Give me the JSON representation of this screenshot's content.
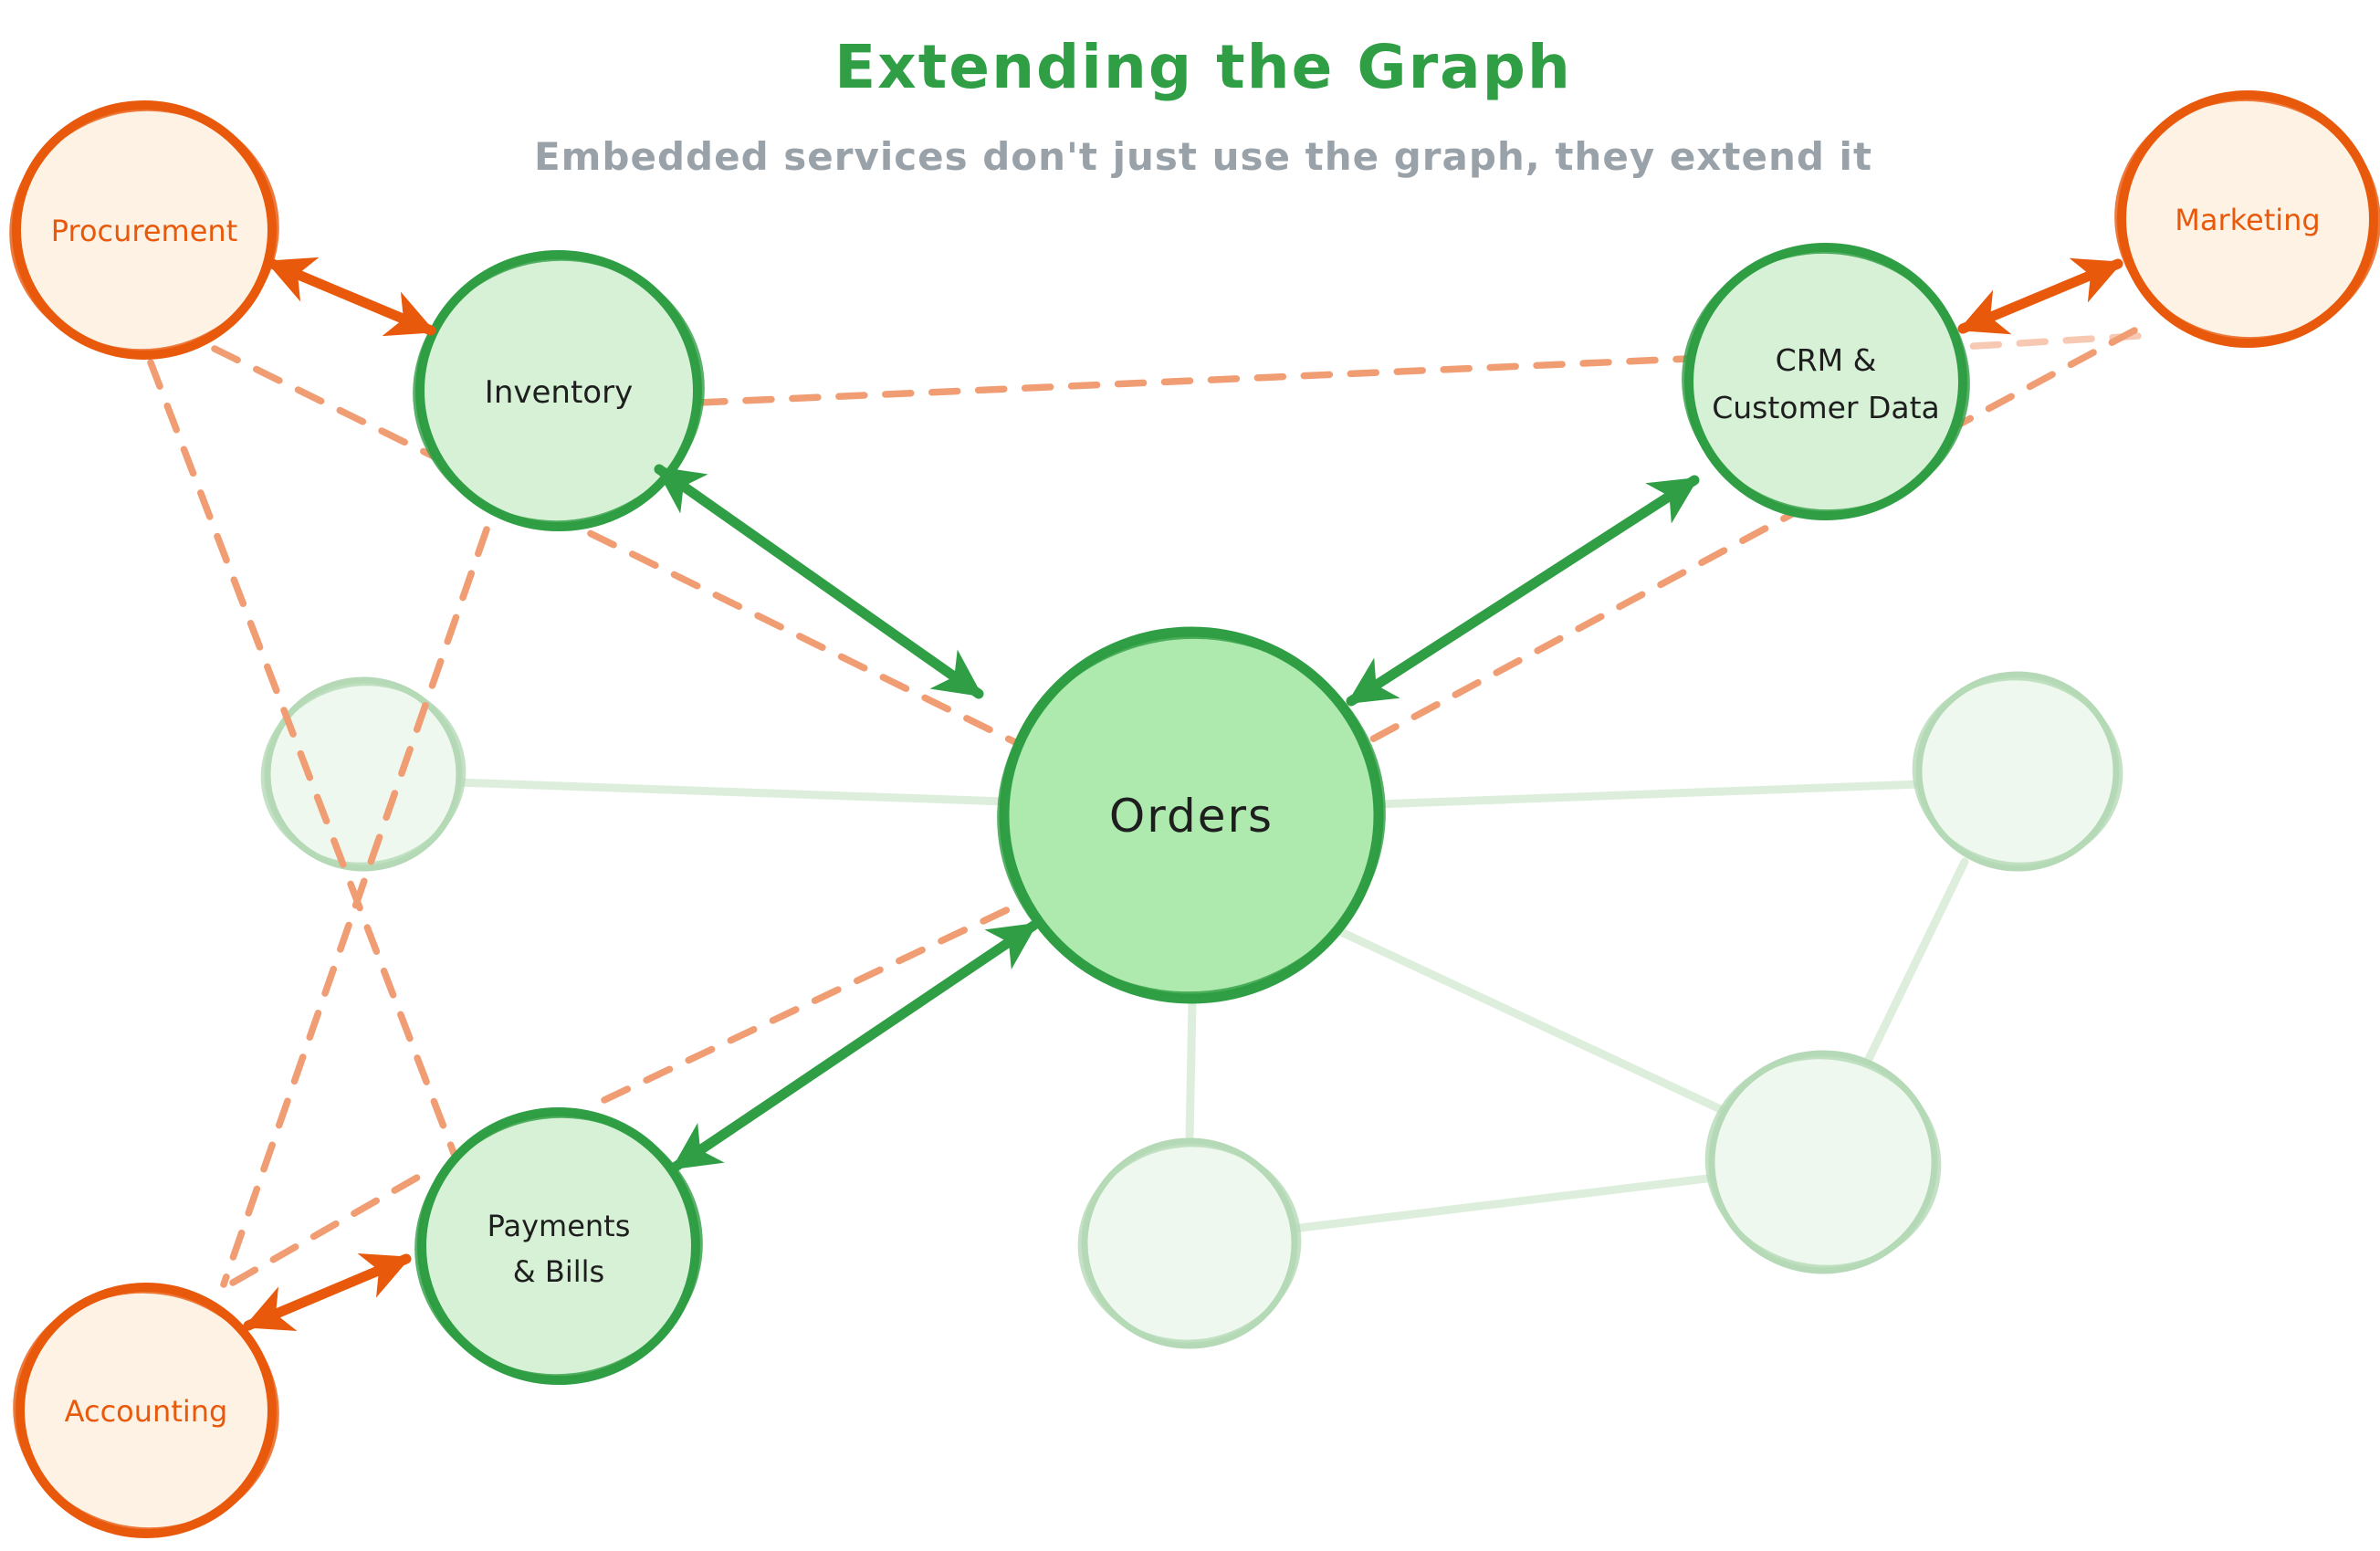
{
  "title": {
    "text": "Extending the Graph"
  },
  "subtitle": {
    "text": "Embedded services don't just use the graph, they extend it"
  },
  "palette": {
    "green-stroke": "#2f9e44",
    "green-fill": "#d6f1d5",
    "orders-fill": "#aee9ae",
    "orange-stroke": "#e8590c",
    "orange-fill": "#fdf2e3",
    "dashed-orange": "#f09d74",
    "faded-stroke": "#b5d9b6",
    "faded-fill": "#eef8ee",
    "faint-green": "#ddefdc",
    "subtitle-gray": "#99a1a9",
    "label-dark": "#1e1e1e"
  },
  "diagram": {
    "nodes": {
      "procurement": {
        "label": "Procurement",
        "type": "external-service",
        "color": "orange"
      },
      "marketing": {
        "label": "Marketing",
        "type": "external-service",
        "color": "orange"
      },
      "accounting": {
        "label": "Accounting",
        "type": "external-service",
        "color": "orange"
      },
      "inventory": {
        "label": "Inventory",
        "type": "graph-node",
        "color": "green"
      },
      "crm": {
        "label_line1": "CRM &",
        "label_line2": "Customer Data",
        "type": "graph-node",
        "color": "green"
      },
      "orders": {
        "label": "Orders",
        "type": "graph-node-central",
        "color": "green"
      },
      "payments": {
        "label_line1": "Payments",
        "label_line2": "& Bills",
        "type": "graph-node",
        "color": "green"
      },
      "faded_placeholders": {
        "count": 4,
        "label": "",
        "type": "unlabeled-faded-node"
      }
    },
    "edges": {
      "solid_green_bidirectional": [
        "Inventory <-> Orders",
        "Orders <-> CRM & Customer Data",
        "Orders <-> Payments & Bills"
      ],
      "solid_orange_bidirectional": [
        "Procurement <-> Inventory",
        "Marketing <-> CRM & Customer Data",
        "Accounting <-> Payments & Bills"
      ],
      "dashed_orange_point_to_point": [
        "Procurement <-> Payments & Bills",
        "Procurement <-> Orders",
        "Inventory <-> Accounting",
        "Inventory <-> CRM & Customer Data",
        "Marketing <-> CRM & Customer Data",
        "Marketing <-> Orders",
        "Accounting <-> Payments & Bills",
        "Payments & Bills <-> Orders"
      ],
      "faint_green_graph_links": [
        "Orders <-> faded node left",
        "Orders <-> faded node right",
        "Orders <-> faded node bottom-center",
        "Orders <-> faded node bottom-right",
        "Faded bottom-center <-> faded bottom-right",
        "Faded right <-> faded bottom-right"
      ]
    }
  }
}
